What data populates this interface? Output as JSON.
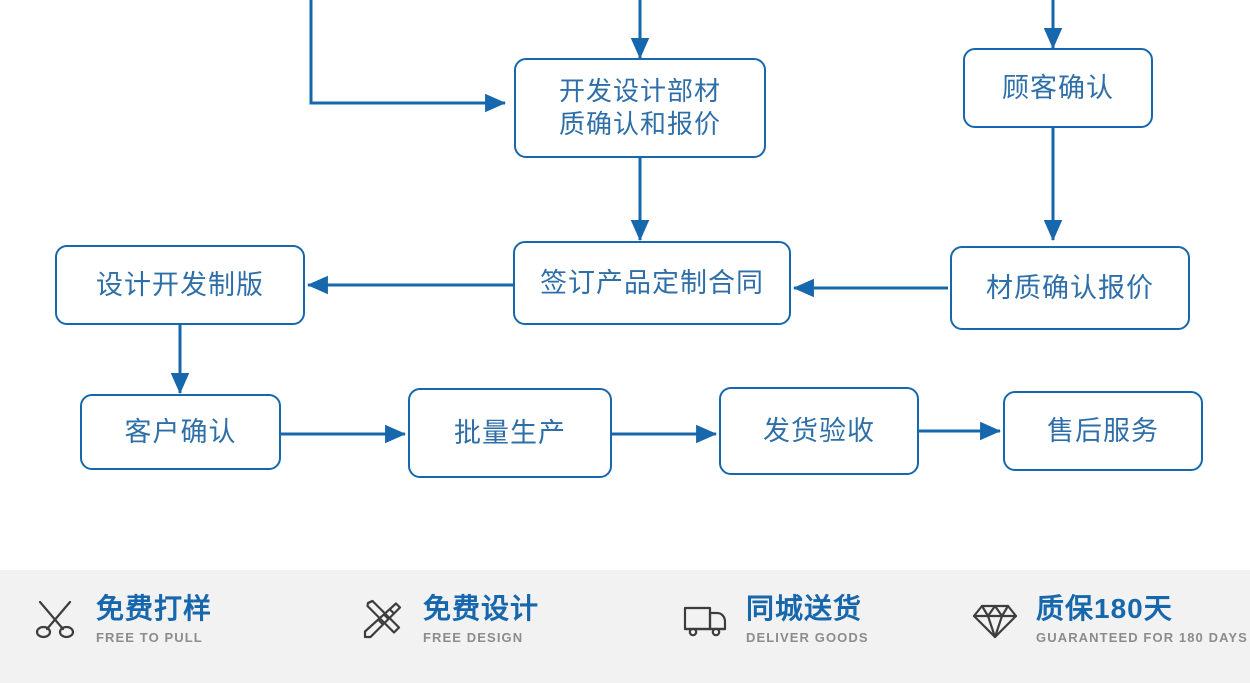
{
  "flowchart": {
    "accent_color": "#1767ad",
    "text_color": "#2f6fa8",
    "nodes": [
      {
        "id": "dev-design-material",
        "label": "开发设计部材\n质确认和报价"
      },
      {
        "id": "customer-confirm-top",
        "label": "顾客确认"
      },
      {
        "id": "design-develop-plate",
        "label": "设计开发制版"
      },
      {
        "id": "sign-custom-contract",
        "label": "签订产品定制合同"
      },
      {
        "id": "material-confirm-quote",
        "label": "材质确认报价"
      },
      {
        "id": "client-confirm",
        "label": "客户确认"
      },
      {
        "id": "mass-production",
        "label": "批量生产"
      },
      {
        "id": "ship-and-accept",
        "label": "发货验收"
      },
      {
        "id": "after-sales-service",
        "label": "售后服务"
      }
    ]
  },
  "footer": {
    "background": "#f2f2f2",
    "title_color": "#1767ad",
    "sub_color": "#8c8c8c",
    "features": [
      {
        "icon": "scissors-icon",
        "title": "免费打样",
        "subtitle": "FREE TO PULL"
      },
      {
        "icon": "pencil-ruler-icon",
        "title": "免费设计",
        "subtitle": "FREE DESIGN"
      },
      {
        "icon": "truck-icon",
        "title": "同城送货",
        "subtitle": "DELIVER GOODS"
      },
      {
        "icon": "diamond-icon",
        "title": "质保180天",
        "subtitle": "GUARANTEED FOR 180 DAYS"
      }
    ]
  }
}
